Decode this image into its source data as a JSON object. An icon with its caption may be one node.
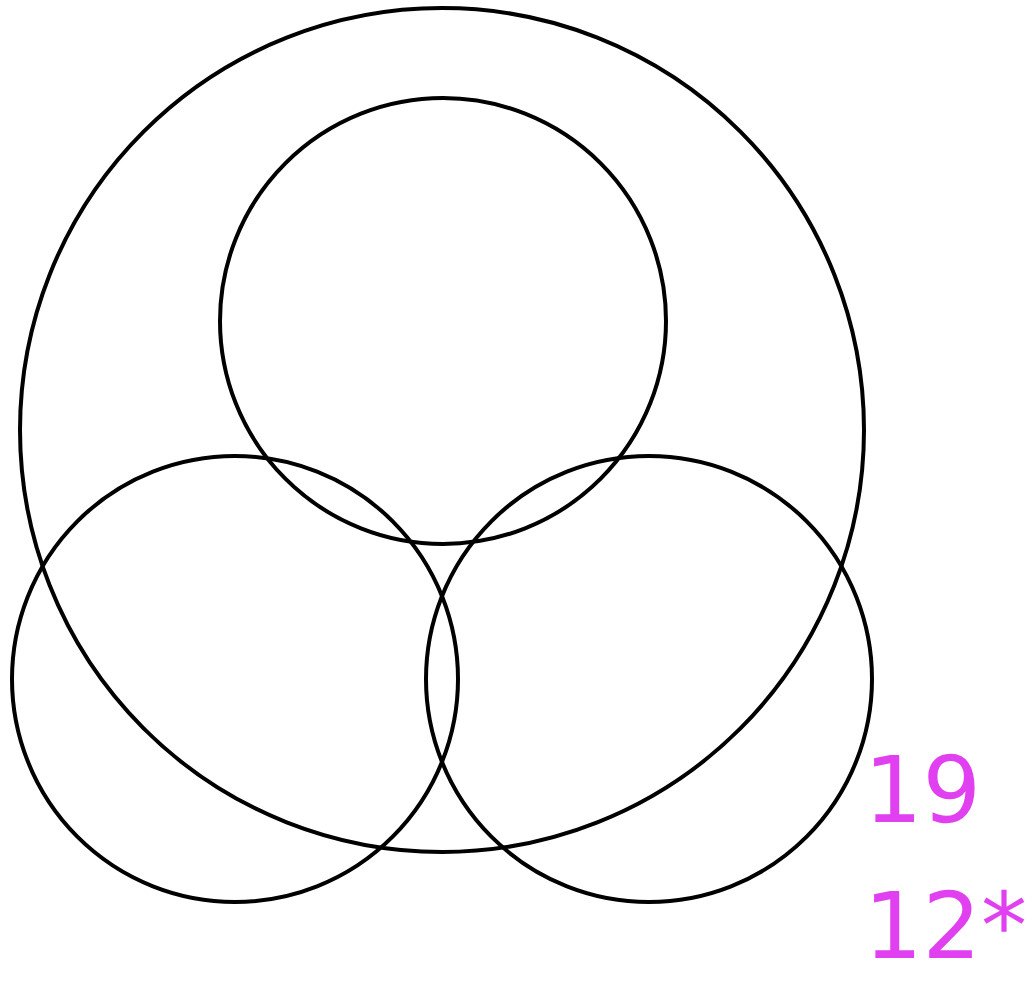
{
  "diagram": {
    "nodes": [
      {
        "text": [],
        "shape": "circle"
      },
      {
        "text": [],
        "shape": "circle",
        "in": 0
      },
      {
        "text": [],
        "shape": "circle"
      },
      {
        "text": [],
        "shape": "circle"
      }
    ],
    "labels": [
      "19",
      "12*"
    ]
  }
}
